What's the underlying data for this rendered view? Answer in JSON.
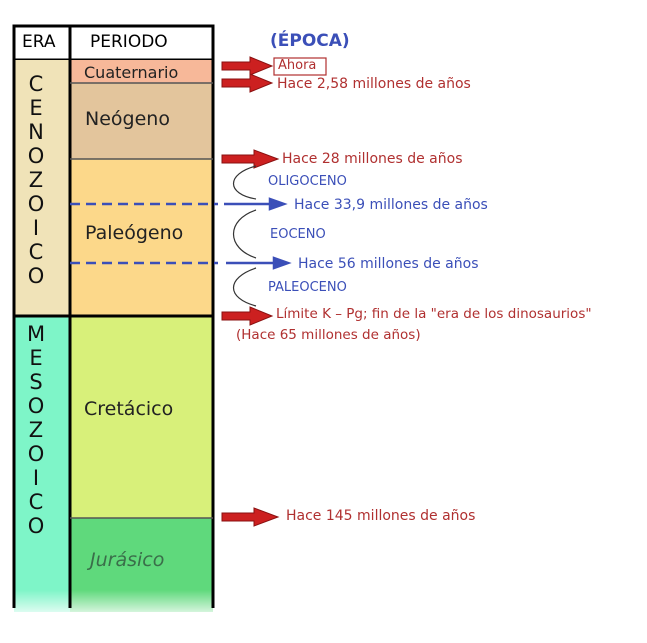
{
  "header": {
    "era_label": "ERA",
    "period_label": "PERIODO",
    "epoch_title": "(ÉPOCA)"
  },
  "eras": {
    "cenozoic_letters": [
      "C",
      "E",
      "N",
      "O",
      "Z",
      "O",
      "I",
      "C",
      "O"
    ],
    "mesozoic_letters": [
      "M",
      "E",
      "S",
      "O",
      "Z",
      "O",
      "I",
      "C",
      "O"
    ]
  },
  "periods": {
    "cuaternario": "Cuaternario",
    "neogeno": "Neógeno",
    "paleogeno": "Paleógeno",
    "cretacico": "Cretácico",
    "jurasico": "Jurásico"
  },
  "annotations": {
    "now": "Ahora",
    "ma_2_58": "Hace 2,58 millones de años",
    "ma_28": "Hace 28 millones de años",
    "oligoceno": "OLIGOCENO",
    "ma_33_9": "Hace 33,9 millones de años",
    "eoceno": "EOCENO",
    "ma_56": "Hace 56 millones de años",
    "paleoceno": "PALEOCENO",
    "kpg_line1": "Límite K – Pg; fin de la \"era de los dinosaurios\"",
    "kpg_line2": "(Hace 65 millones de años)",
    "ma_145": "Hace 145 millones de años"
  },
  "colors": {
    "cenozoic": "#f0e3b8",
    "mesozoic": "#7ef5c8",
    "cuaternario": "#f7b899",
    "neogeno": "#e3c59c",
    "paleogeno": "#fcd88a",
    "cretacico": "#d8f07a",
    "jurasico": "#5fd97c",
    "arrow_red": "#cc2020",
    "arrow_blue": "#3b4fb8",
    "text_red": "#b03030",
    "text_blue": "#3b4fb8"
  }
}
